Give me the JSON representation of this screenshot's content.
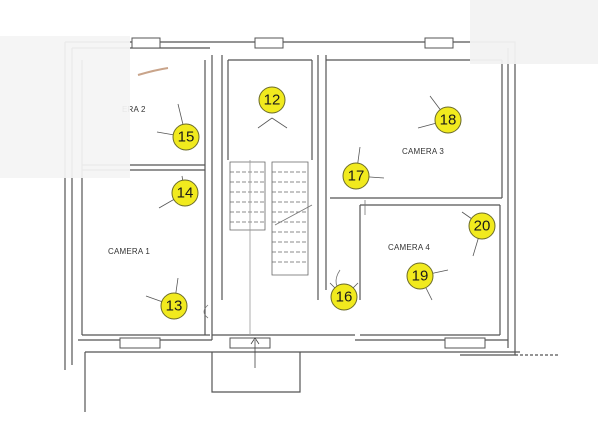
{
  "rooms": [
    {
      "id": "camera2",
      "label": "ERA 2"
    },
    {
      "id": "camera1",
      "label": "CAMERA 1"
    },
    {
      "id": "camera3",
      "label": "CAMERA 3"
    },
    {
      "id": "camera4",
      "label": "CAMERA 4"
    }
  ],
  "markers": [
    {
      "id": "m12",
      "number": "12"
    },
    {
      "id": "m15",
      "number": "15"
    },
    {
      "id": "m18",
      "number": "18"
    },
    {
      "id": "m17",
      "number": "17"
    },
    {
      "id": "m14",
      "number": "14"
    },
    {
      "id": "m20",
      "number": "20"
    },
    {
      "id": "m19",
      "number": "19"
    },
    {
      "id": "m13",
      "number": "13"
    },
    {
      "id": "m16",
      "number": "16"
    }
  ],
  "colors": {
    "marker_fill": "#f1ea1e",
    "wall": "#555555",
    "background": "#ffffff"
  }
}
